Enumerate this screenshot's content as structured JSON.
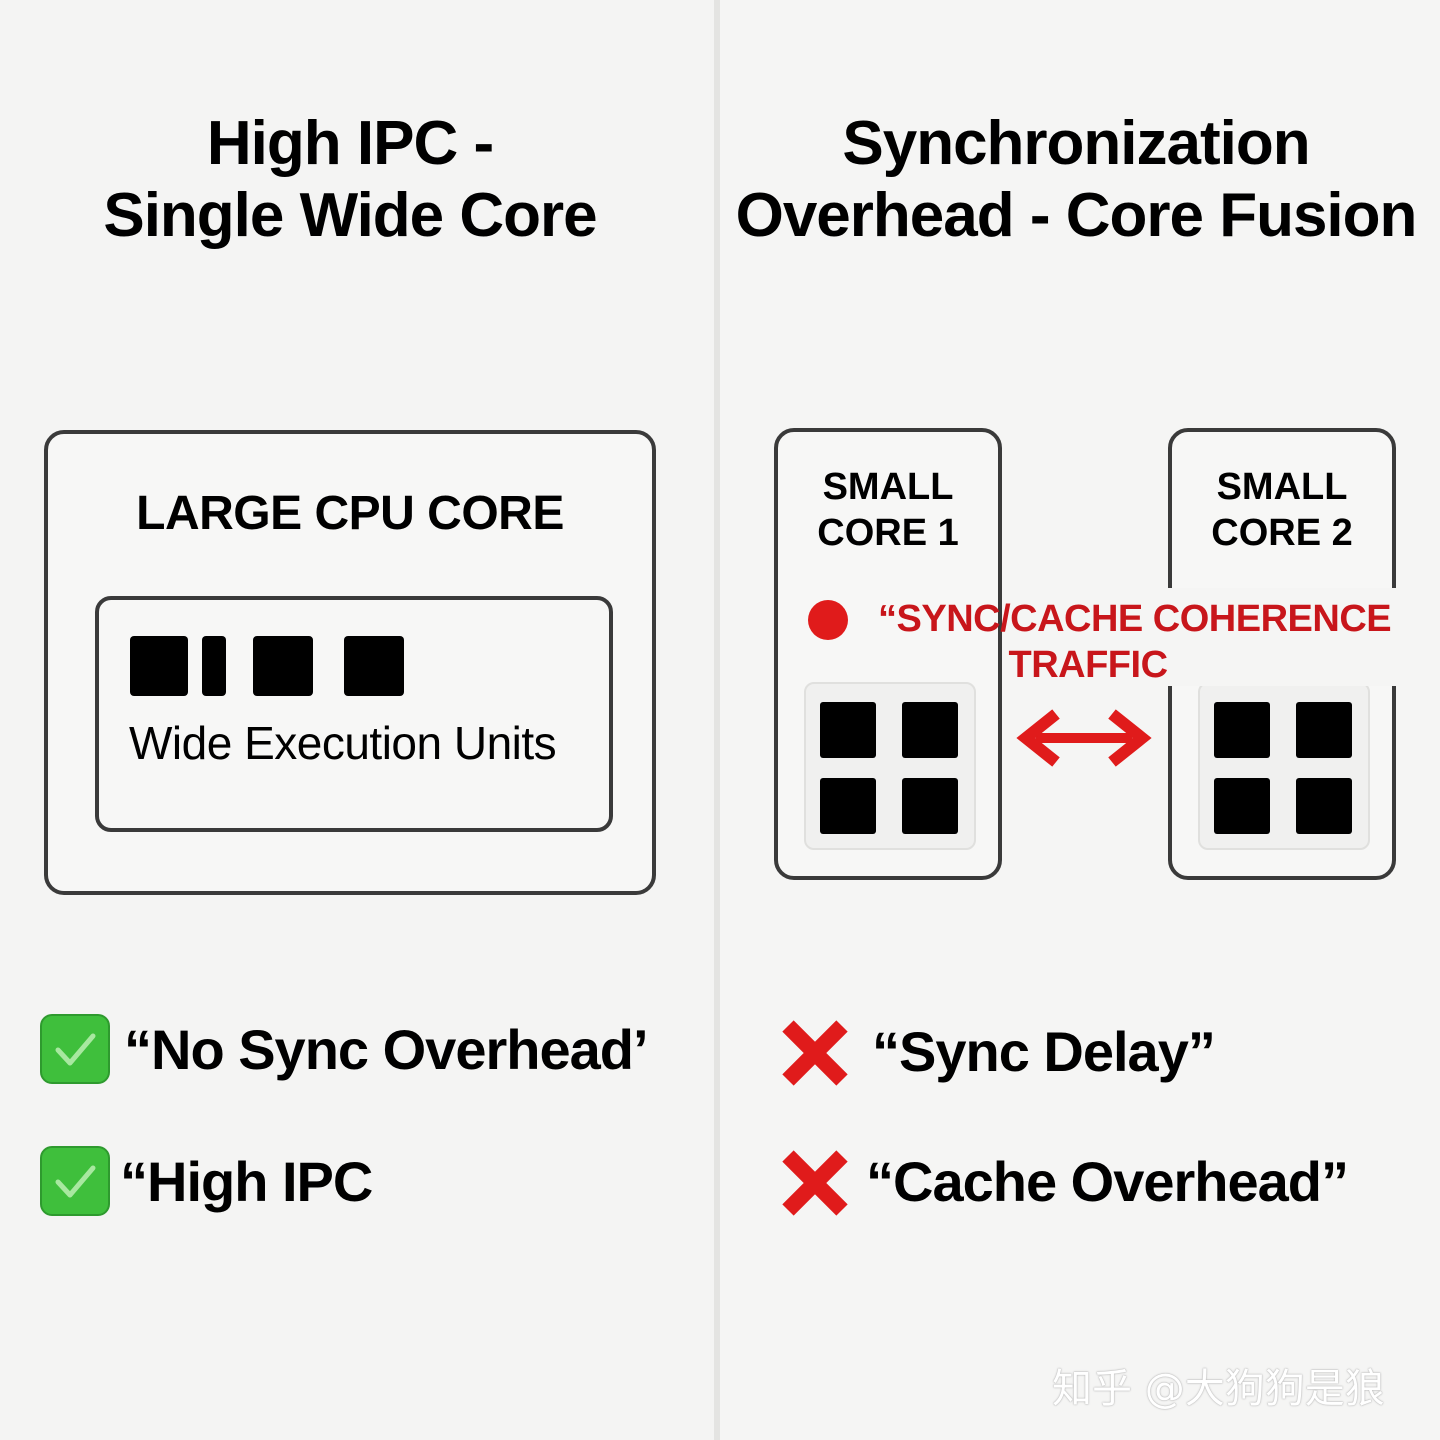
{
  "left": {
    "title": [
      "High IPC -",
      "Single Wide Core"
    ],
    "core_label": "LARGE CPU CORE",
    "exec_label": "Wide Execution Units",
    "bullets": [
      "“No Sync Overhead’",
      "“High IPC"
    ]
  },
  "right": {
    "title": [
      "Synchronization",
      "Overhead - Core Fusion"
    ],
    "core1_label": [
      "SMALL",
      "CORE 1"
    ],
    "core2_label": [
      "SMALL",
      "CORE 2"
    ],
    "traffic_label": [
      "“SYNC/CACHE COHERENCE",
      "TRAFFIC"
    ],
    "bullets": [
      "“Sync Delay”",
      "“Cache Overhead”"
    ]
  },
  "icons": {
    "positive": "check-icon",
    "negative": "cross-icon",
    "traffic_marker": "red-dot-icon",
    "traffic_direction": "double-arrow-icon"
  },
  "colors": {
    "positive": "#3fbf3c",
    "negative": "#e01b1b",
    "traffic_text": "#c8161b"
  },
  "watermark": "知乎 @大狗狗是狼"
}
